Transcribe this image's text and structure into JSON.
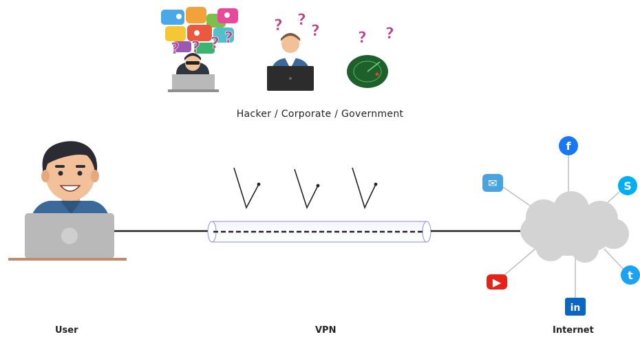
{
  "threats": {
    "caption": "Hacker / Corporate / Government",
    "actors": [
      {
        "icon": "hacker-icon"
      },
      {
        "icon": "corporate-icon"
      },
      {
        "icon": "government-radar-icon"
      }
    ],
    "question_mark": "?"
  },
  "labels": {
    "user": "User",
    "vpn": "VPN",
    "internet": "Internet"
  },
  "services": [
    {
      "icon": "facebook-icon",
      "glyph": "f",
      "color": "#1877f2"
    },
    {
      "icon": "skype-icon",
      "glyph": "S",
      "color": "#00aff0"
    },
    {
      "icon": "mail-icon",
      "glyph": "✉",
      "color": "#4aa3df"
    },
    {
      "icon": "youtube-icon",
      "glyph": "▶",
      "color": "#e62117"
    },
    {
      "icon": "linkedin-icon",
      "glyph": "in",
      "color": "#0a66c2"
    },
    {
      "icon": "twitter-icon",
      "glyph": "t",
      "color": "#1da1f2"
    }
  ],
  "colors": {
    "line": "#222222",
    "tunnel": "#8a8fd6",
    "cloud": "#d3d3d3",
    "laptop": "#b9b9b9",
    "shirt": "#3b6a9a",
    "skin": "#f2c19a",
    "hair": "#2b2b33",
    "question": "#b5468b",
    "radar": "#1f5f2c"
  }
}
